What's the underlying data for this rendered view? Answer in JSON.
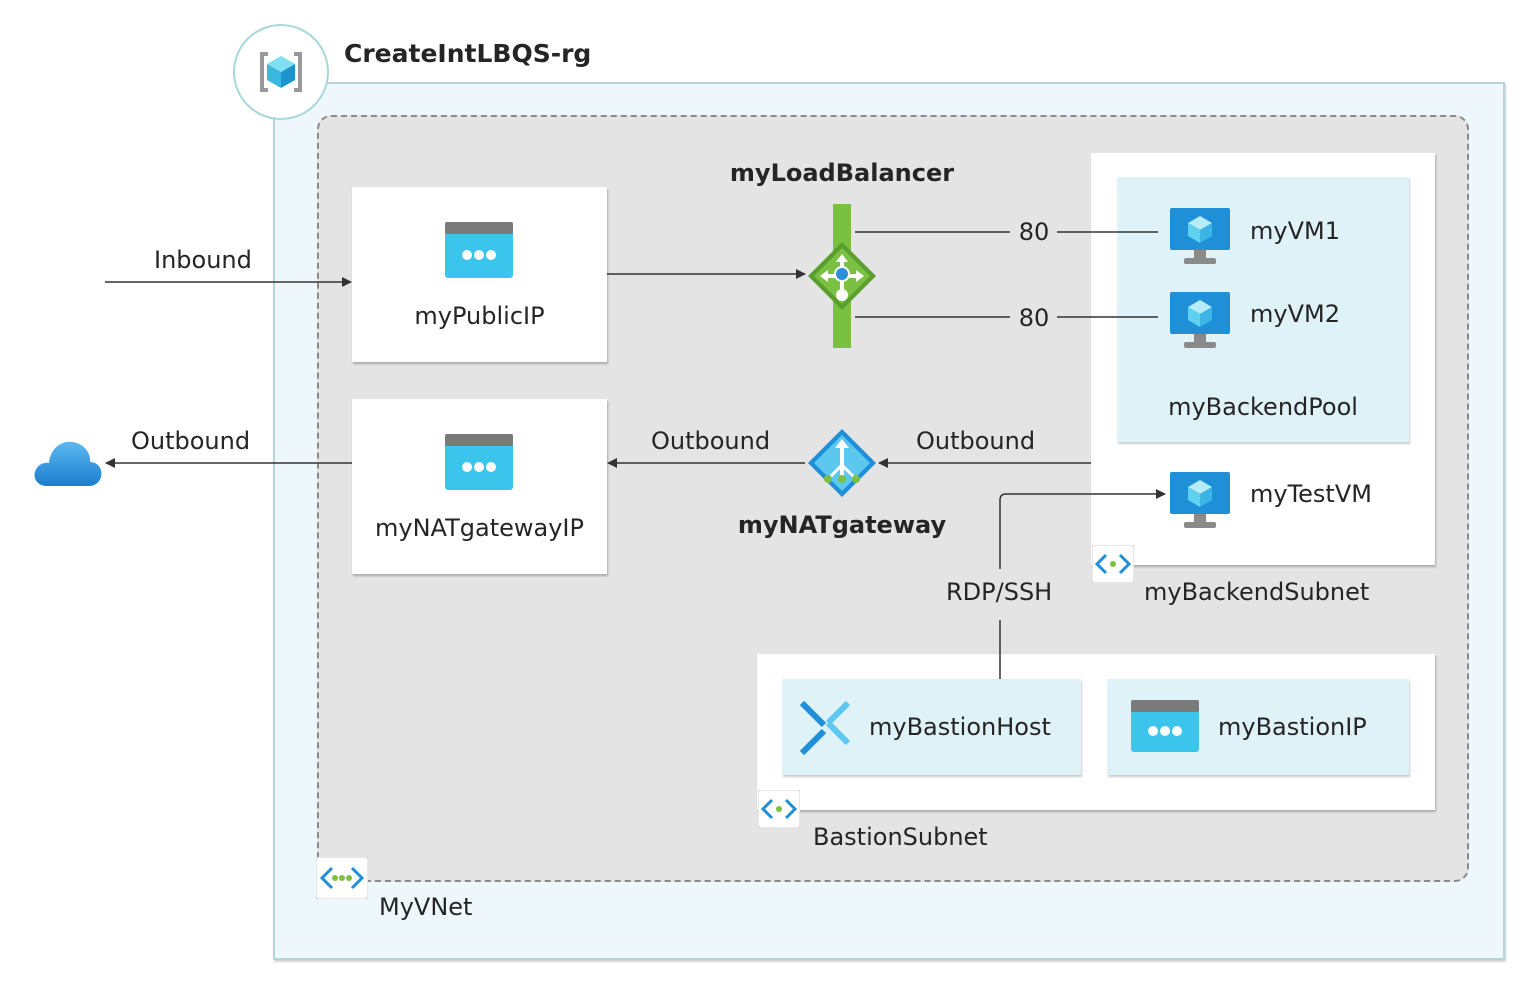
{
  "resource_group": {
    "name": "CreateIntLBQS-rg",
    "icon": "resource-group-icon"
  },
  "vnet": {
    "name": "MyVNet",
    "icon": "vnet-icon"
  },
  "public_ip": {
    "name": "myPublicIP",
    "icon": "public-ip-icon"
  },
  "nat_gateway_ip": {
    "name": "myNATgatewayIP",
    "icon": "public-ip-icon"
  },
  "load_balancer": {
    "name": "myLoadBalancer",
    "icon": "load-balancer-icon"
  },
  "nat_gateway": {
    "name": "myNATgateway",
    "icon": "nat-gateway-icon"
  },
  "backend_subnet": {
    "name": "myBackendSubnet",
    "icon": "subnet-icon"
  },
  "backend_pool": {
    "name": "myBackendPool"
  },
  "vms": [
    {
      "name": "myVM1",
      "port": "80",
      "icon": "virtual-machine-icon"
    },
    {
      "name": "myVM2",
      "port": "80",
      "icon": "virtual-machine-icon"
    }
  ],
  "test_vm": {
    "name": "myTestVM",
    "icon": "virtual-machine-icon"
  },
  "bastion_subnet": {
    "name": "BastionSubnet",
    "icon": "subnet-icon"
  },
  "bastion_host": {
    "name": "myBastionHost",
    "icon": "bastion-icon"
  },
  "bastion_ip": {
    "name": "myBastionIP",
    "icon": "public-ip-icon"
  },
  "flows": {
    "inbound": "Inbound",
    "outbound_internet": "Outbound",
    "outbound_ip": "Outbound",
    "outbound_subnet": "Outbound",
    "rdp_ssh": "RDP/SSH"
  },
  "internet": {
    "icon": "cloud-icon"
  },
  "colors": {
    "rg_fill": "#eef8fc",
    "vnet_fill": "#e4e4e4",
    "azure_blue": "#1f8fd8",
    "lb_green": "#7ac143"
  }
}
